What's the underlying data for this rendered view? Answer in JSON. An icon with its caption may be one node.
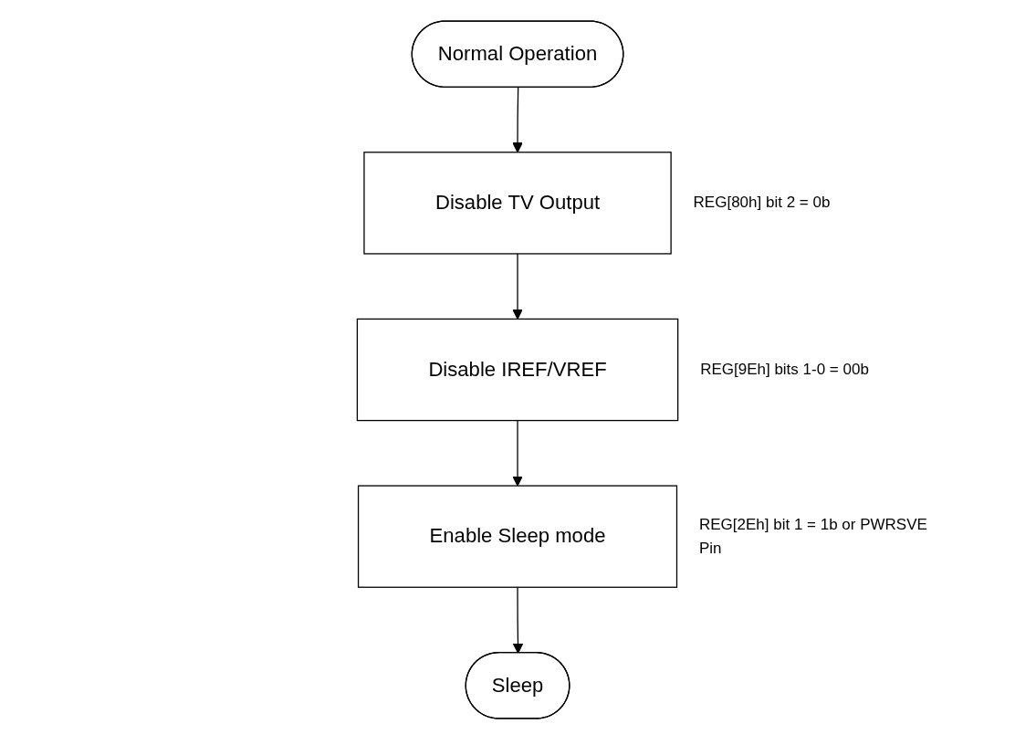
{
  "diagram": {
    "nodes": [
      {
        "text": [
          "Normal Operation"
        ]
      },
      {
        "text": [
          "Disable TV Output"
        ],
        "beside": [
          "REG[80h] bit 2 = 0b"
        ]
      },
      {
        "text": [
          "Disable IREF/VREF"
        ],
        "beside": [
          "REG[9Eh] bits 1-0 = 00b"
        ]
      },
      {
        "text": [
          "Enable Sleep mode"
        ],
        "beside": [
          "REG[2Eh] bit 1 = 1b or PWRSVE Pin"
        ]
      },
      {
        "text": [
          "Sleep"
        ]
      }
    ],
    "edges": [
      {
        "from": 0,
        "to": 1,
        "arrow": "to"
      },
      {
        "from": 1,
        "to": 2,
        "arrow": "to"
      },
      {
        "from": 2,
        "to": 3,
        "arrow": "to"
      },
      {
        "from": 3,
        "to": 4,
        "arrow": "to"
      }
    ]
  }
}
